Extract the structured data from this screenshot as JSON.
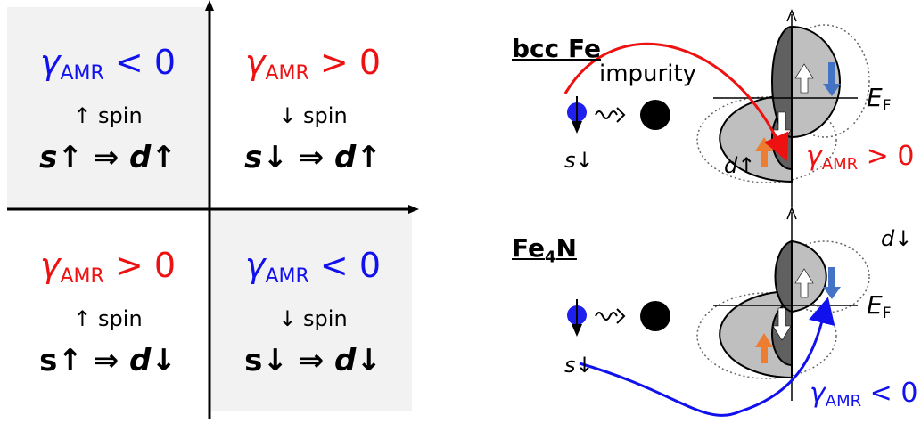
{
  "quadrants": [
    {
      "gamma": "γ",
      "sub": "AMR",
      "sign": "< 0",
      "spin": "↑ spin",
      "trans_from": "s↑",
      "arrow": "⇒",
      "trans_to": "d↑"
    },
    {
      "gamma": "γ",
      "sub": "AMR",
      "sign": "> 0",
      "spin": "↓ spin",
      "trans_from": "s↓",
      "arrow": "⇒",
      "trans_to": "d↑"
    },
    {
      "gamma": "γ",
      "sub": "AMR",
      "sign": "> 0",
      "spin": "↑ spin",
      "trans_from": "s↑",
      "arrow": "⇒",
      "trans_to": "d↓"
    },
    {
      "gamma": "γ",
      "sub": "AMR",
      "sign": "< 0",
      "spin": "↓ spin",
      "trans_from": "s↓",
      "arrow": "⇒",
      "trans_to": "d↓"
    }
  ],
  "top_panel": {
    "title": "bcc Fe",
    "impurity": "impurity",
    "electron": "s↓",
    "band": "d↑",
    "ef": "E",
    "ef_sub": "F",
    "gamma": "γ",
    "gamma_sub": "AMR",
    "gamma_sign": "> 0"
  },
  "bottom_panel": {
    "title_a": "Fe",
    "title_sub": "4",
    "title_b": "N",
    "electron": "s↓",
    "band": "d↓",
    "ef": "E",
    "ef_sub": "F",
    "gamma": "γ",
    "gamma_sub": "AMR",
    "gamma_sign": "< 0"
  },
  "colors": {
    "red": "#ee1111",
    "blue": "#1111ee",
    "orange": "#ed7d31",
    "arrow_blue": "#4472c4",
    "quad_gray": "#f2f2f2"
  }
}
